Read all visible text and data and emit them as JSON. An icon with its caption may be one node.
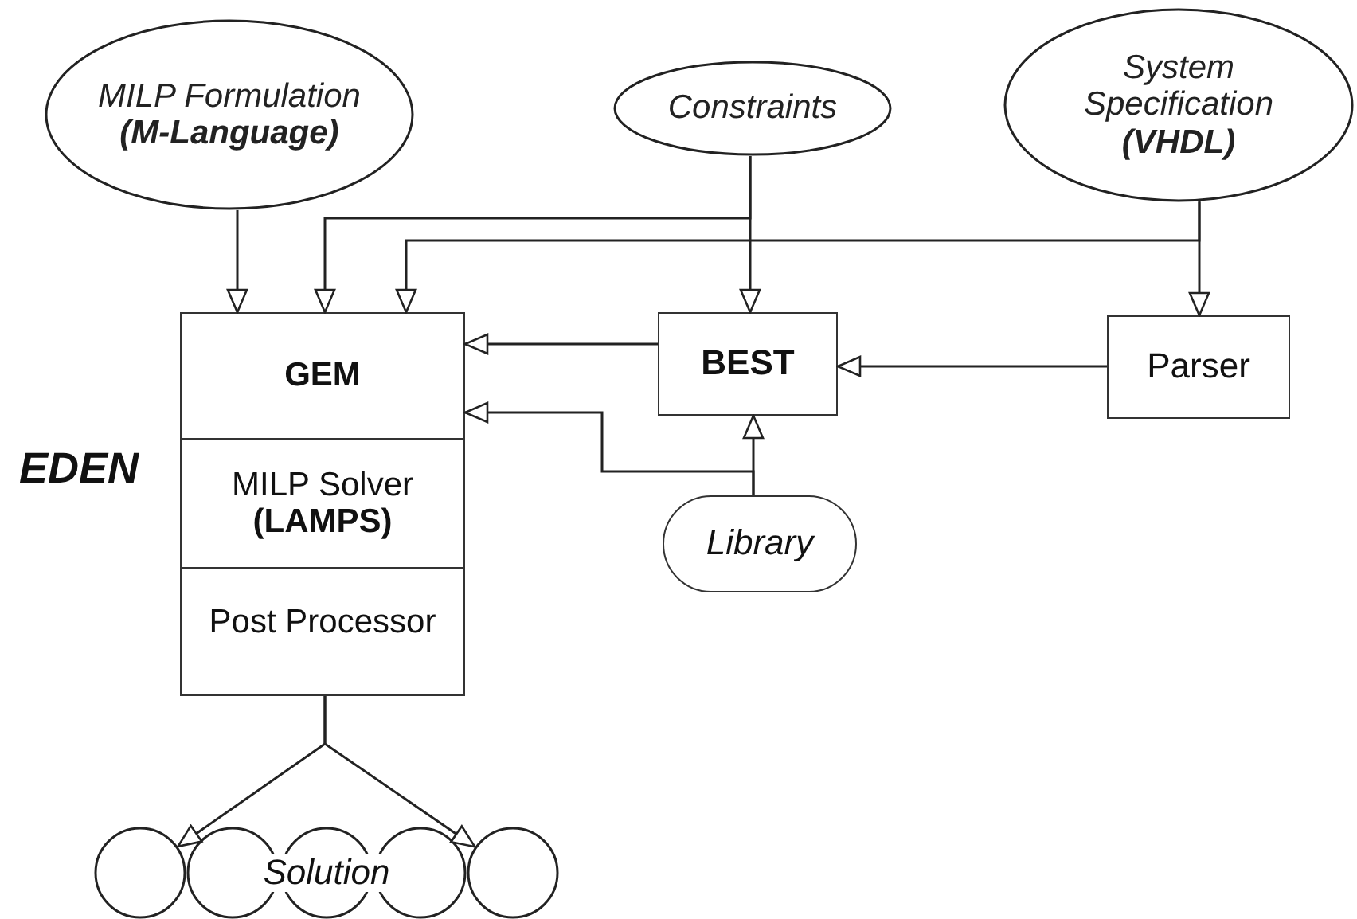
{
  "diagram": {
    "nodes": [
      {
        "text": [
          "MILP Formulation",
          "(M-Language)"
        ]
      },
      {
        "text": [
          "Constraints"
        ]
      },
      {
        "text": [
          "System Specification",
          "(VHDL)"
        ]
      },
      {
        "text": [
          "EDEN"
        ]
      },
      {
        "text": [
          "GEM"
        ],
        "in": 3
      },
      {
        "text": [
          "MILP Solver",
          "(LAMPS)"
        ],
        "in": 3
      },
      {
        "text": [
          "Post Processor"
        ],
        "in": 3
      },
      {
        "text": [
          "BEST"
        ]
      },
      {
        "text": [
          "Parser"
        ]
      },
      {
        "text": [
          "Library"
        ]
      },
      {
        "text": [],
        "shape": "circle"
      },
      {
        "text": [],
        "shape": "circle"
      },
      {
        "text": [
          "Solution"
        ]
      },
      {
        "text": [],
        "shape": "circle"
      },
      {
        "text": [],
        "shape": "circle"
      }
    ],
    "edges": [
      {
        "from": 0,
        "to": 4,
        "arrow": "to"
      },
      {
        "from": 1,
        "to": 4,
        "arrow": "to"
      },
      {
        "from": 1,
        "to": 7,
        "arrow": "to"
      },
      {
        "from": 2,
        "to": 4,
        "arrow": "to"
      },
      {
        "from": 2,
        "to": 8,
        "arrow": "to"
      },
      {
        "from": 8,
        "to": 7,
        "arrow": "to"
      },
      {
        "from": 7,
        "to": 4,
        "arrow": "to"
      },
      {
        "from": 9,
        "to": 7,
        "arrow": "to"
      },
      {
        "from": 9,
        "to": 4,
        "arrow": "to"
      },
      {
        "from": 6,
        "to": 10,
        "arrow": "to"
      },
      {
        "from": 6,
        "to": 14,
        "arrow": "to"
      }
    ]
  }
}
